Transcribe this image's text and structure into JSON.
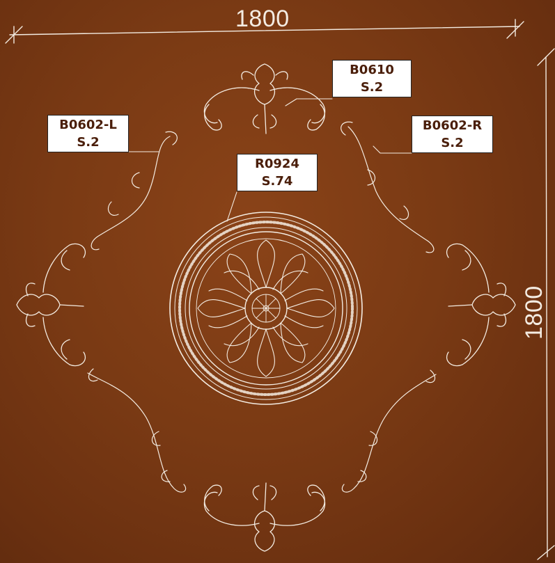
{
  "dimensions": {
    "width_label": "1800",
    "height_label": "1800"
  },
  "callouts": [
    {
      "code": "B0610",
      "ref": "S.2"
    },
    {
      "code": "B0602-L",
      "ref": "S.2"
    },
    {
      "code": "B0602-R",
      "ref": "S.2"
    },
    {
      "code": "R0924",
      "ref": "S.74"
    }
  ],
  "colors": {
    "background": "#7a3a14",
    "ornament_line": "#f4ece2",
    "label_bg": "#ffffff",
    "label_text": "#4a1e0a"
  },
  "icons": [
    "rosette-icon",
    "scroll-ornament-icon",
    "corner-cartouche-icon"
  ]
}
